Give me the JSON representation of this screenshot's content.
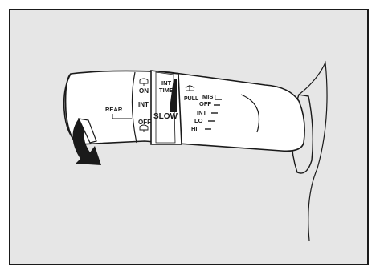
{
  "rear_washer": {
    "group_label": "REAR",
    "positions": [
      "ON",
      "INT",
      "OFF"
    ]
  },
  "interval_ring": {
    "time_label_top": "INT",
    "time_label_bottom": "TIME",
    "slow_label": "SLOW"
  },
  "front_wiper": {
    "pull_label": "PULL",
    "positions": [
      "MIST",
      "OFF",
      "INT",
      "LO",
      "HI"
    ]
  },
  "icons": {
    "front_washer_symbol": "windshield-washer-icon",
    "rear_washer_symbol": "rear-washer-icon",
    "rotation_arrow": "curved-arrow-icon"
  }
}
